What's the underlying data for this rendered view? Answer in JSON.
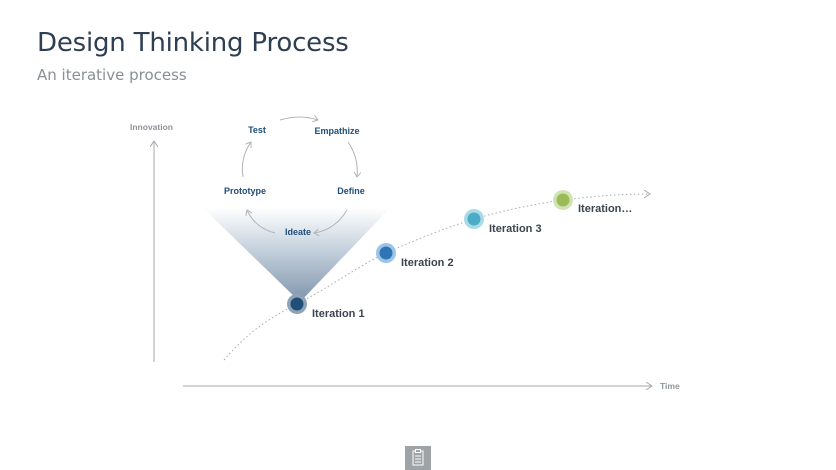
{
  "header": {
    "title": "Design Thinking Process",
    "subtitle": "An iterative process"
  },
  "axes": {
    "y_label": "Innovation",
    "x_label": "Time"
  },
  "cycle": {
    "steps": [
      "Test",
      "Empathize",
      "Define",
      "Ideate",
      "Prototype"
    ]
  },
  "iterations": [
    {
      "label": "Iteration 1",
      "color": "#1f4e79",
      "ring": "#8fa3b8"
    },
    {
      "label": "Iteration 2",
      "color": "#2e75b6",
      "ring": "#9dc3e6"
    },
    {
      "label": "Iteration 3",
      "color": "#4bacc6",
      "ring": "#a9dbe7"
    },
    {
      "label": "Iteration…",
      "color": "#9bbb59",
      "ring": "#d2e3b3"
    }
  ],
  "colors": {
    "cycle_text": "#1f4e79",
    "funnel_top": "#ffffff",
    "funnel_bottom": "#8499ae",
    "axis": "#a6abb0",
    "path": "#a6abb0"
  },
  "icons": {
    "footer": "notes-icon"
  }
}
